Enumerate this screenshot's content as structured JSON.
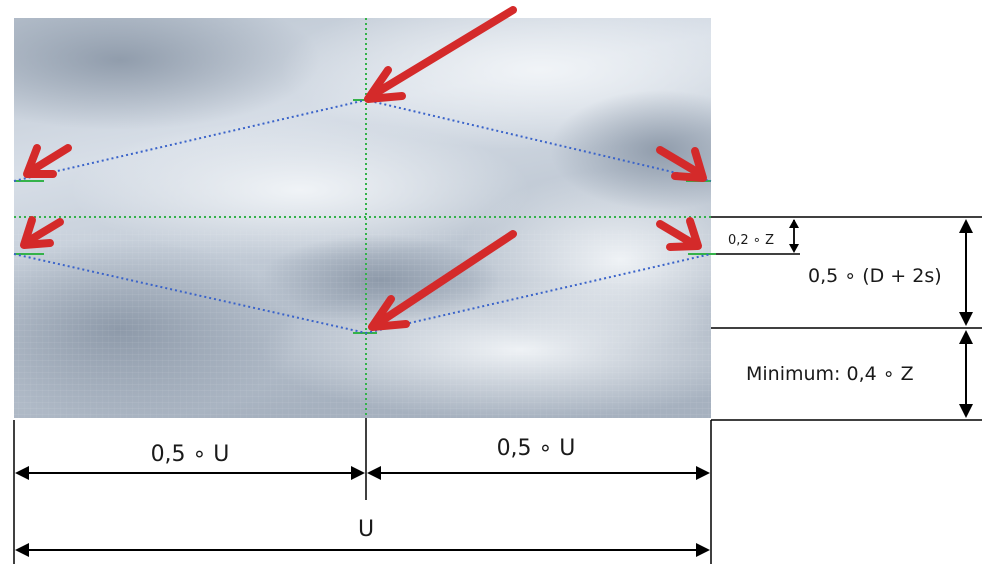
{
  "labels": {
    "half_u_left": "0,5 ∘ U",
    "half_u_right": "0,5 ∘ U",
    "u": "U",
    "z_offset": "0,2 ∘ Z",
    "d_expression": "0,5 ∘ (D + 2s)",
    "minimum": "Minimum: 0,4 ∘ Z"
  },
  "colors": {
    "arrow_red": "#d42a2a",
    "dotted_blue": "#3a63c9",
    "dotted_green": "#34b24a",
    "dimension_black": "#000000",
    "sky_light": "#dde4ec",
    "sky_mid": "#b4bfcc",
    "sky_dark": "#8f9bab"
  },
  "background": "cloudy-sky-photo"
}
